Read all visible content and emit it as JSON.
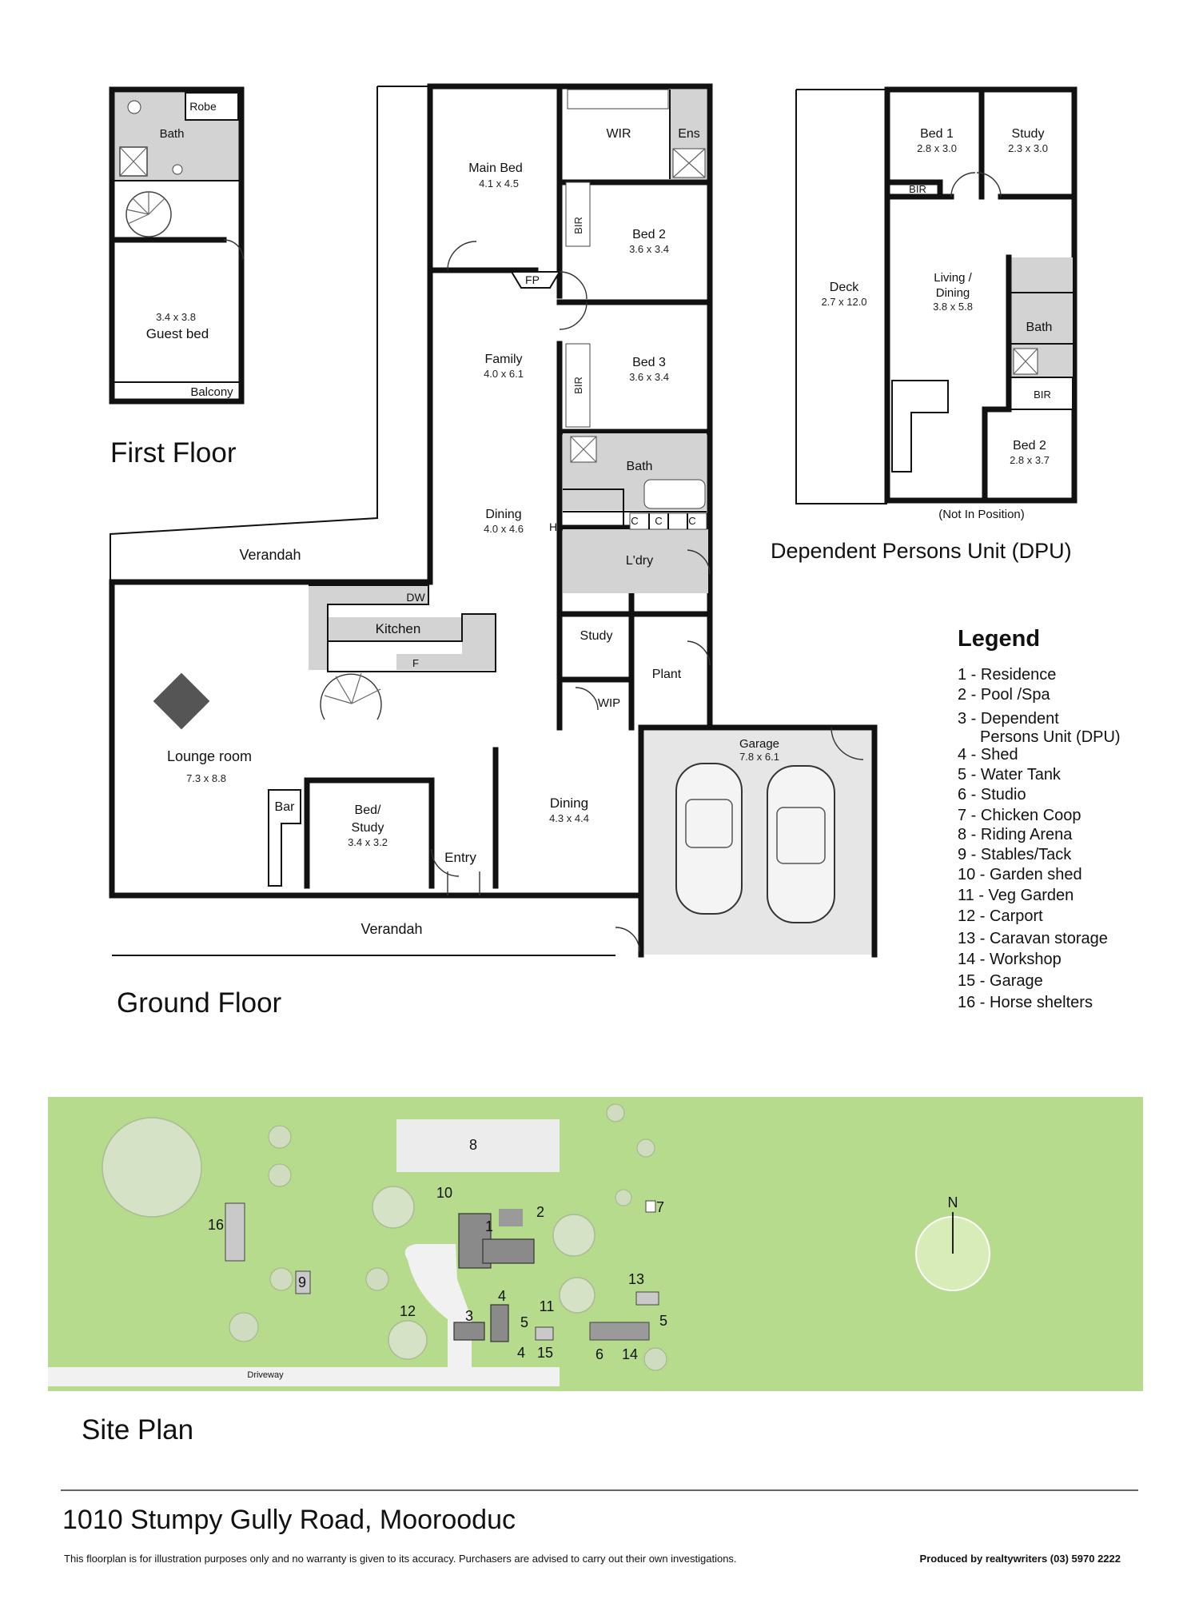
{
  "address": "1010 Stumpy Gully Road, Moorooduc",
  "disclaimer": "This floorplan is for illustration purposes only and no warranty is given to its accuracy. Purchasers are advised to carry out their own investigations.",
  "credit": "Produced by realtywriters (03) 5970 2222",
  "colors": {
    "wall": "#111111",
    "wet_area": "#d3d3d3",
    "garage": "#e6e6e6",
    "site_grass": "#b6db8d",
    "site_arena": "#ececec"
  },
  "first_floor": {
    "heading": "First Floor",
    "robe": "Robe",
    "bath": "Bath",
    "guest_bed_dim": "3.4 x 3.8",
    "guest_bed": "Guest bed",
    "balcony": "Balcony"
  },
  "ground_floor": {
    "heading": "Ground Floor",
    "main_bed": {
      "name": "Main Bed",
      "dim": "4.1 x 4.5"
    },
    "wir": "WIR",
    "ens": "Ens",
    "bed2": {
      "name": "Bed 2",
      "dim": "3.6 x 3.4"
    },
    "bir_a": "BIR",
    "fp": "FP",
    "family": {
      "name": "Family",
      "dim": "4.0 x 6.1"
    },
    "bed3": {
      "name": "Bed 3",
      "dim": "3.6 x 3.4"
    },
    "bir_b": "BIR",
    "bath": "Bath",
    "dining_upper": {
      "name": "Dining",
      "dim": "4.0 x 4.6"
    },
    "h": "H",
    "c1": "C",
    "c2": "C",
    "c3": "C",
    "laundry": "L'dry",
    "verandah_top": "Verandah",
    "dw": "DW",
    "kitchen": "Kitchen",
    "fridge": "F",
    "study": "Study",
    "plant": "Plant",
    "wip": "WIP",
    "garage": {
      "name": "Garage",
      "dim": "7.8 x 6.1"
    },
    "lounge": {
      "name": "Lounge room",
      "dim": "7.3 x 8.8"
    },
    "bar": "Bar",
    "bed_study": {
      "name": "Bed/",
      "name2": "Study",
      "dim": "3.4 x 3.2"
    },
    "dining_lower": {
      "name": "Dining",
      "dim": "4.3 x 4.4"
    },
    "entry": "Entry",
    "verandah_bottom": "Verandah"
  },
  "dpu": {
    "heading": "Dependent Persons Unit (DPU)",
    "bed1": {
      "name": "Bed 1",
      "dim": "2.8 x 3.0"
    },
    "study": {
      "name": "Study",
      "dim": "2.3 x 3.0"
    },
    "bir_a": "BIR",
    "deck": {
      "name": "Deck",
      "dim": "2.7 x 12.0"
    },
    "living": {
      "name": "Living /",
      "name2": "Dining",
      "dim": "3.8 x 5.8"
    },
    "bath": "Bath",
    "bir_b": "BIR",
    "bed2": {
      "name": "Bed 2",
      "dim": "2.8 x 3.7"
    },
    "note": "(Not In Position)"
  },
  "legend": {
    "title": "Legend",
    "items": [
      "1 - Residence",
      "2 - Pool /Spa",
      "3 - Dependent",
      "Persons Unit (DPU)",
      "4 - Shed",
      "5 - Water Tank",
      "6 - Studio",
      "7 - Chicken Coop",
      "8 - Riding Arena",
      "9 - Stables/Tack",
      "10 - Garden shed",
      "11 - Veg Garden",
      "12 - Carport",
      "13 - Caravan storage",
      "14 - Workshop",
      "15 - Garage",
      "16 - Horse shelters"
    ]
  },
  "site_plan": {
    "heading": "Site Plan",
    "driveway": "Driveway",
    "north": "N",
    "labels": [
      "1",
      "2",
      "3",
      "4",
      "4",
      "5",
      "5",
      "6",
      "7",
      "8",
      "9",
      "10",
      "11",
      "12",
      "13",
      "14",
      "15",
      "16"
    ]
  }
}
